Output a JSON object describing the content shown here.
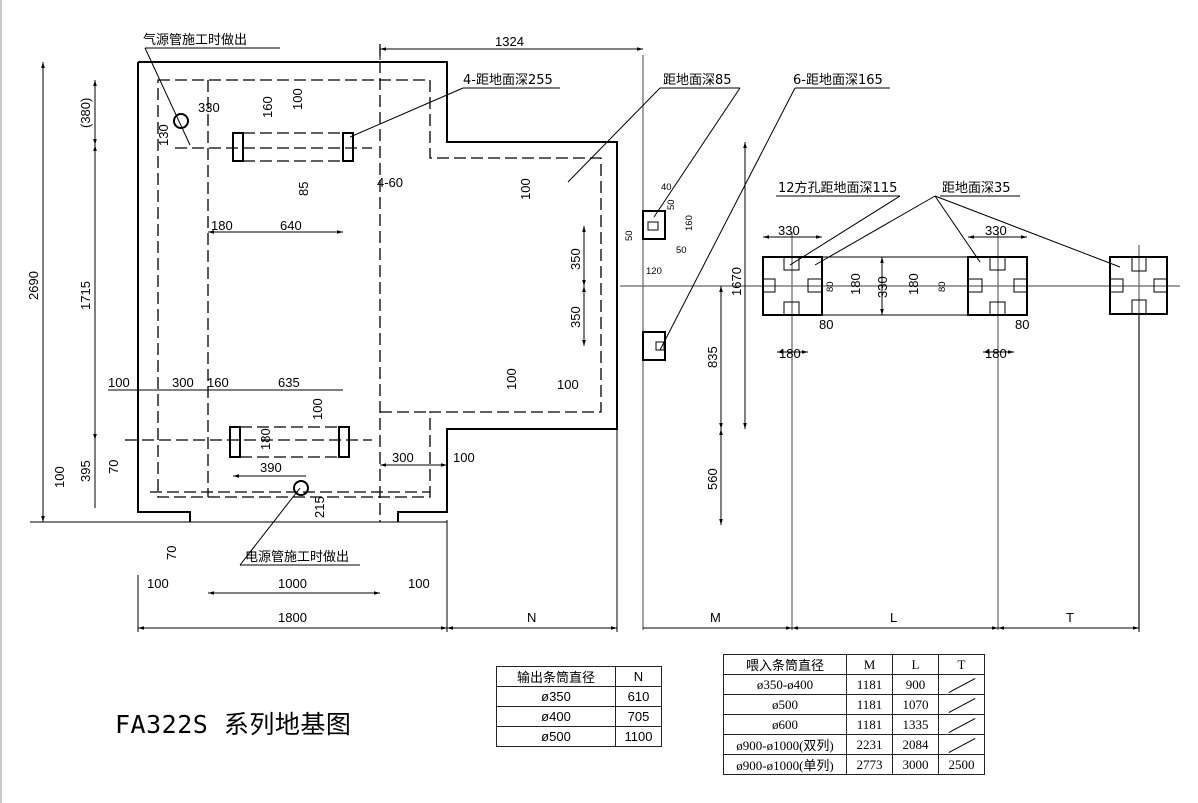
{
  "title": "FA322S 系列地基图",
  "notes": {
    "air_pipe": "气源管施工时做出",
    "power_pipe": "电源管施工时做出",
    "holes_255": "4-距地面深255",
    "depth_85": "距地面深85",
    "holes_165": "6-距地面深165",
    "square_holes_115": "12方孔距地面深115",
    "depth_35": "距地面深35"
  },
  "dimensions": {
    "d1324": "1324",
    "d2690": "2690",
    "d380": "(380)",
    "d1715": "1715",
    "d395": "395",
    "d100_left": "100",
    "d70_left": "70",
    "d70_bottom": "70",
    "d330_top": "330",
    "d130": "130",
    "d160_top": "160",
    "d100_top": "100",
    "d85": "85",
    "d4_60": "4-60",
    "d180_top": "180",
    "d640": "640",
    "d100_right_top": "100",
    "d100_b1": "100",
    "d300_b": "300",
    "d160_b": "160",
    "d635": "635",
    "d100_b2": "100",
    "d180_b": "180",
    "d390": "390",
    "d215": "215",
    "d300_r": "300",
    "d100_r": "100",
    "d100_mid": "100",
    "d100_mid2": "100",
    "d100_bot1": "100",
    "d1000": "1000",
    "d100_bot2": "100",
    "d1800": "1800",
    "dN": "N",
    "dM": "M",
    "dL": "L",
    "dT": "T",
    "d350a": "350",
    "d350b": "350",
    "d1670": "1670",
    "d835": "835",
    "d560": "560",
    "d40": "40",
    "d50a": "50",
    "d50b": "50",
    "d50c": "50",
    "d160_s": "160",
    "d120": "120",
    "d330_l": "330",
    "d330_r": "330",
    "d80_a": "80",
    "d180_a": "180",
    "d330_mid": "330",
    "d180_c": "180",
    "d80_c": "80",
    "d80_bl": "80",
    "d180_bl": "180",
    "d80_br": "80",
    "d180_br": "180"
  },
  "table_output": {
    "headers": [
      "输出条筒直径",
      "N"
    ],
    "rows": [
      [
        "ø350",
        "610"
      ],
      [
        "ø400",
        "705"
      ],
      [
        "ø500",
        "1100"
      ]
    ]
  },
  "table_feed": {
    "headers": [
      "喂入条筒直径",
      "M",
      "L",
      "T"
    ],
    "rows": [
      [
        "ø350-ø400",
        "1181",
        "900",
        "/"
      ],
      [
        "ø500",
        "1181",
        "1070",
        "/"
      ],
      [
        "ø600",
        "1181",
        "1335",
        "/"
      ],
      [
        "ø900-ø1000(双列)",
        "2231",
        "2084",
        "/"
      ],
      [
        "ø900-ø1000(单列)",
        "2773",
        "3000",
        "2500"
      ]
    ]
  }
}
